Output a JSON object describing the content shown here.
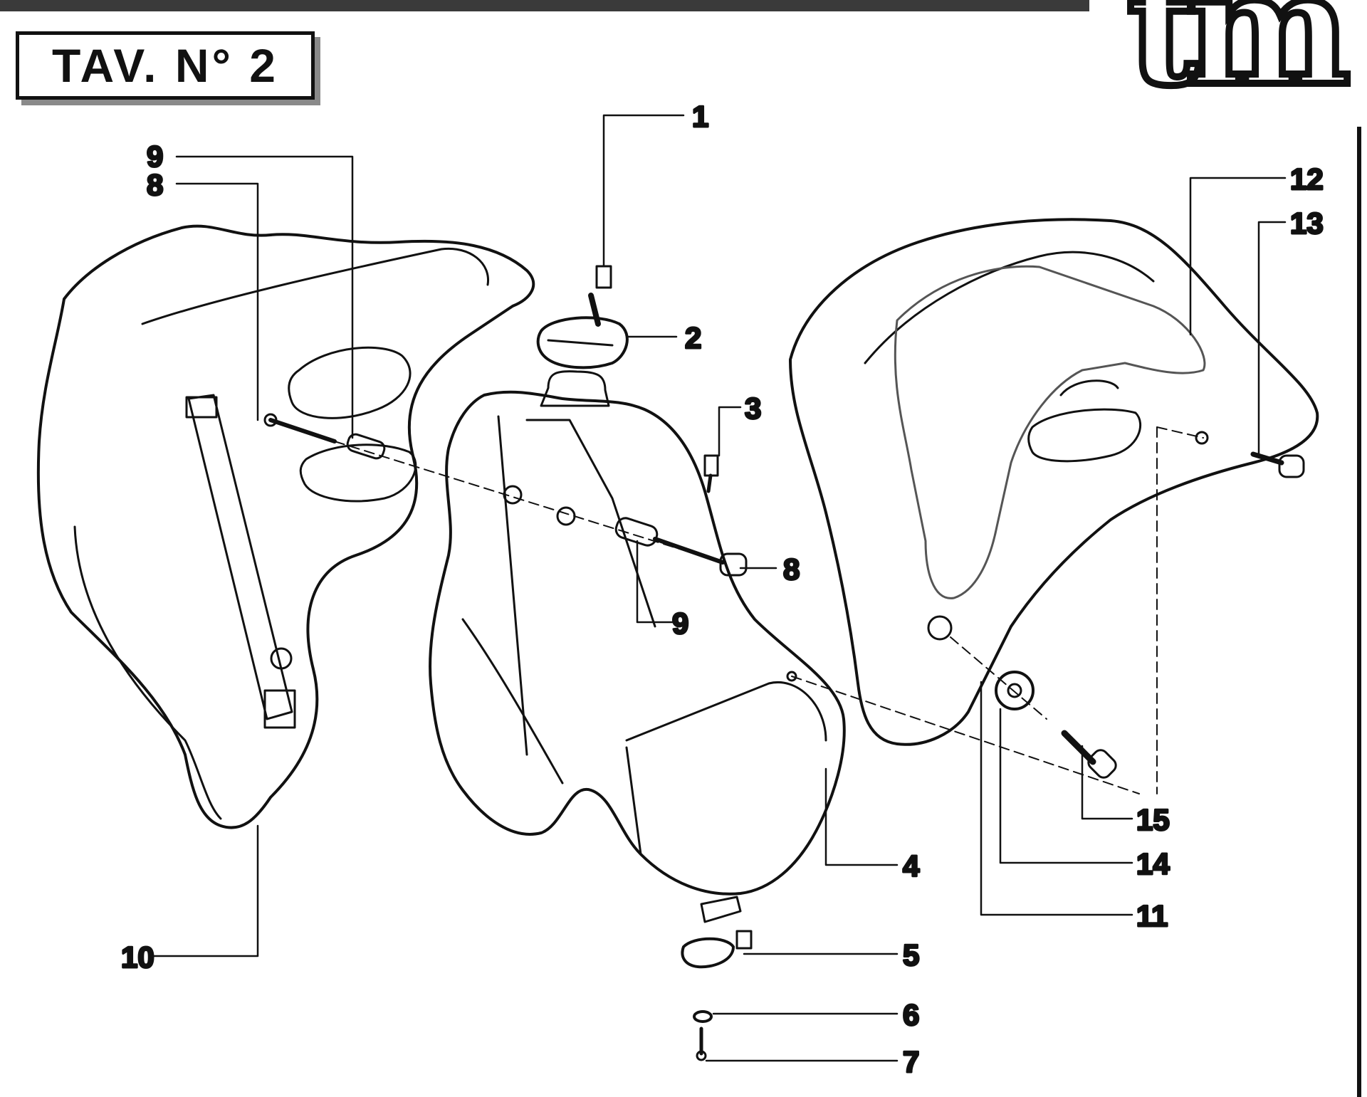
{
  "header": {
    "title": "TAV. N° 2",
    "brand_logo": "tm"
  },
  "diagram": {
    "callouts": [
      "1",
      "2",
      "3",
      "4",
      "5",
      "6",
      "7",
      "8",
      "8",
      "9",
      "9",
      "10",
      "11",
      "12",
      "13",
      "14",
      "15"
    ]
  }
}
